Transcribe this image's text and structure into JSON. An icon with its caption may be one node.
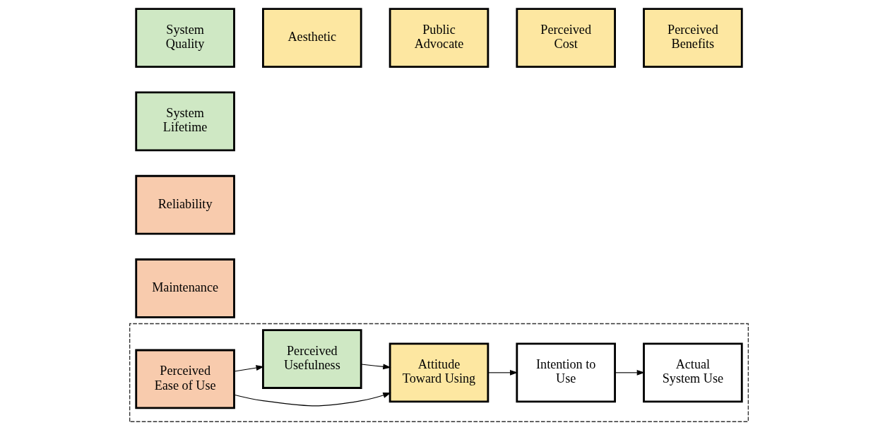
{
  "diagram": {
    "nodes": [
      {
        "text": [
          "System Quality"
        ]
      },
      {
        "text": [
          "Aesthetic"
        ]
      },
      {
        "text": [
          "Public Advocate"
        ]
      },
      {
        "text": [
          "Perceived Cost"
        ]
      },
      {
        "text": [
          "Perceived Benefits"
        ]
      },
      {
        "text": [
          "System Lifetime"
        ]
      },
      {
        "text": [
          "Reliability"
        ]
      },
      {
        "text": [
          "Maintenance"
        ]
      },
      {
        "text": [],
        "shape": "box"
      },
      {
        "text": [
          "Perceived Usefulness"
        ],
        "in": 8
      },
      {
        "text": [
          "Perceived Ease of Use"
        ],
        "in": 8
      },
      {
        "text": [
          "Attitude Toward Using"
        ],
        "in": 8
      },
      {
        "text": [
          "Intention to Use"
        ],
        "in": 8
      },
      {
        "text": [
          "Actual System Use"
        ],
        "in": 8
      }
    ],
    "edges": [
      {
        "from": 10,
        "to": 9,
        "arrow": "to"
      },
      {
        "from": 9,
        "to": 11,
        "arrow": "to"
      },
      {
        "from": 10,
        "to": 11,
        "arrow": "to"
      },
      {
        "from": 11,
        "to": 12,
        "arrow": "to"
      },
      {
        "from": 12,
        "to": 13,
        "arrow": "to"
      }
    ]
  }
}
